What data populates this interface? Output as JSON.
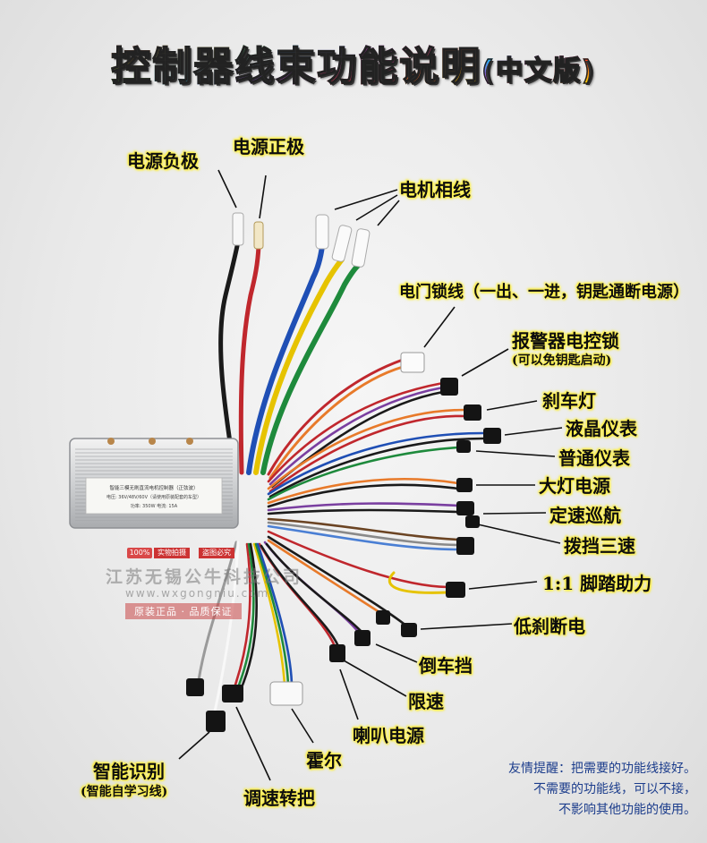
{
  "title": {
    "main": "控制器线束功能说明",
    "sub": "(中文版)"
  },
  "labels": {
    "neg": "电源负极",
    "pos": "电源正极",
    "motor": "电机相线",
    "door": "电门锁线（一出、一进，钥匙通断电源）",
    "alarm": "报警器电控锁",
    "alarm_sub": "(可以免钥匙启动)",
    "brake_light": "刹车灯",
    "lcd": "液晶仪表",
    "meter": "普通仪表",
    "headlight": "大灯电源",
    "cruise": "定速巡航",
    "three_speed": "拨挡三速",
    "pedal": "1:1 脚踏助力",
    "low_brake": "低刹断电",
    "reverse": "倒车挡",
    "limit": "限速",
    "horn": "喇叭电源",
    "hall": "霍尔",
    "throttle": "调速转把",
    "smart": "智能识别",
    "smart_sub": "(智能自学习线)"
  },
  "notes": [
    "友情提醒：把需要的功能线接好。",
    "不需要的功能线，可以不接，",
    "不影响其他功能的使用。"
  ],
  "controller": {
    "label_line1": "智能三模无刷直流电机控制器（正弦波）",
    "label_line2": "电压: 36V/48V/60V（请使用原装配套的车型）",
    "label_line3": "功率: 350W  电流: 15A"
  },
  "watermark": {
    "badge": "100%",
    "tag1": "实物拍摄",
    "tag2": "盗图必究",
    "company": "江苏无锡公牛科技公司",
    "url": "www.wxgongniu.com",
    "slogan": "原装正品 · 品质保证"
  },
  "colors": {
    "label_glow": "#fff45a",
    "note": "#1c3d8c",
    "wire_black": "#1a1a1a",
    "wire_red": "#c0272d",
    "wire_blue": "#1f4fb5",
    "wire_yellow": "#e6c300",
    "wire_green": "#1e8a3c",
    "wire_orange": "#e87a2a",
    "wire_purple": "#7a3fa0",
    "wire_brown": "#6b4423",
    "wire_gray": "#8a8a8a",
    "wire_white": "#f2f2f2"
  }
}
